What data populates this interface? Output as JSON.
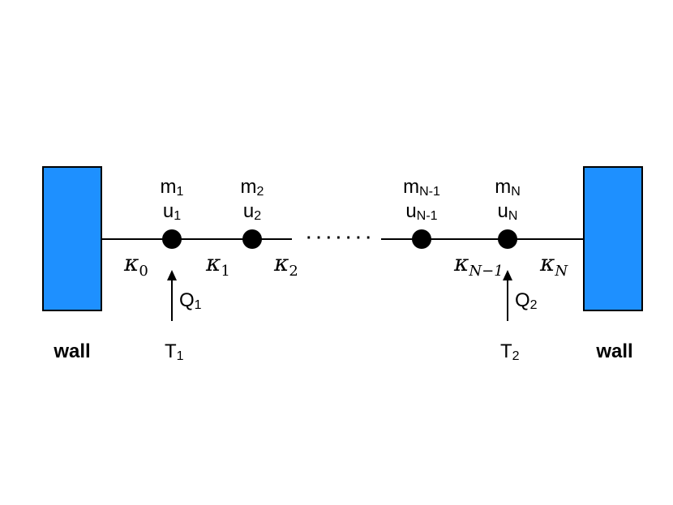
{
  "walls": {
    "left_label": "wall",
    "right_label": "wall",
    "color": "#1E90FF"
  },
  "masses": [
    {
      "m": "m",
      "m_sub": "1",
      "u": "u",
      "u_sub": "1"
    },
    {
      "m": "m",
      "m_sub": "2",
      "u": "u",
      "u_sub": "2"
    },
    {
      "m": "m",
      "m_sub": "N-1",
      "u": "u",
      "u_sub": "N-1"
    },
    {
      "m": "m",
      "m_sub": "N",
      "u": "u",
      "u_sub": "N"
    }
  ],
  "springs": [
    {
      "sym": "κ",
      "sub": "0"
    },
    {
      "sym": "κ",
      "sub": "1"
    },
    {
      "sym": "κ",
      "sub": "2"
    },
    {
      "sym": "κ",
      "sub": "N−1"
    },
    {
      "sym": "κ",
      "sub": "N"
    }
  ],
  "heat": [
    {
      "q": "Q",
      "q_sub": "1",
      "t": "T",
      "t_sub": "1"
    },
    {
      "q": "Q",
      "q_sub": "2",
      "t": "T",
      "t_sub": "2"
    }
  ],
  "ellipsis": "· · · · · · ·"
}
